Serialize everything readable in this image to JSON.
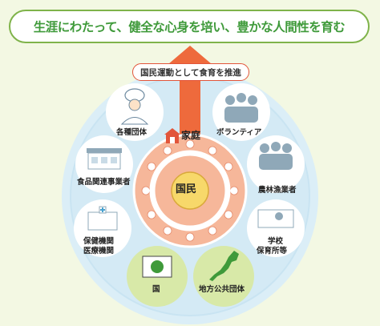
{
  "title": "生涯にわたって、健全な心身を培い、豊かな人間性を育む",
  "promotion": "国民運動として食育を推進",
  "center": "国民",
  "family": "家庭",
  "groups": {
    "various": "各種団体",
    "volunteer": "ボランティア",
    "food_business": "食品関連事業者",
    "agriculture": "農林漁業者",
    "health_medical_line1": "保健機関",
    "health_medical_line2": "医療機関",
    "school_line1": "学校",
    "school_line2": "保育所等",
    "country": "国",
    "local_gov": "地方公共団体"
  },
  "colors": {
    "green": "#3f9a3a",
    "arrow": "#ee6a3c",
    "ring": "#cfe6f3",
    "center_fill": "#f6b79a"
  }
}
